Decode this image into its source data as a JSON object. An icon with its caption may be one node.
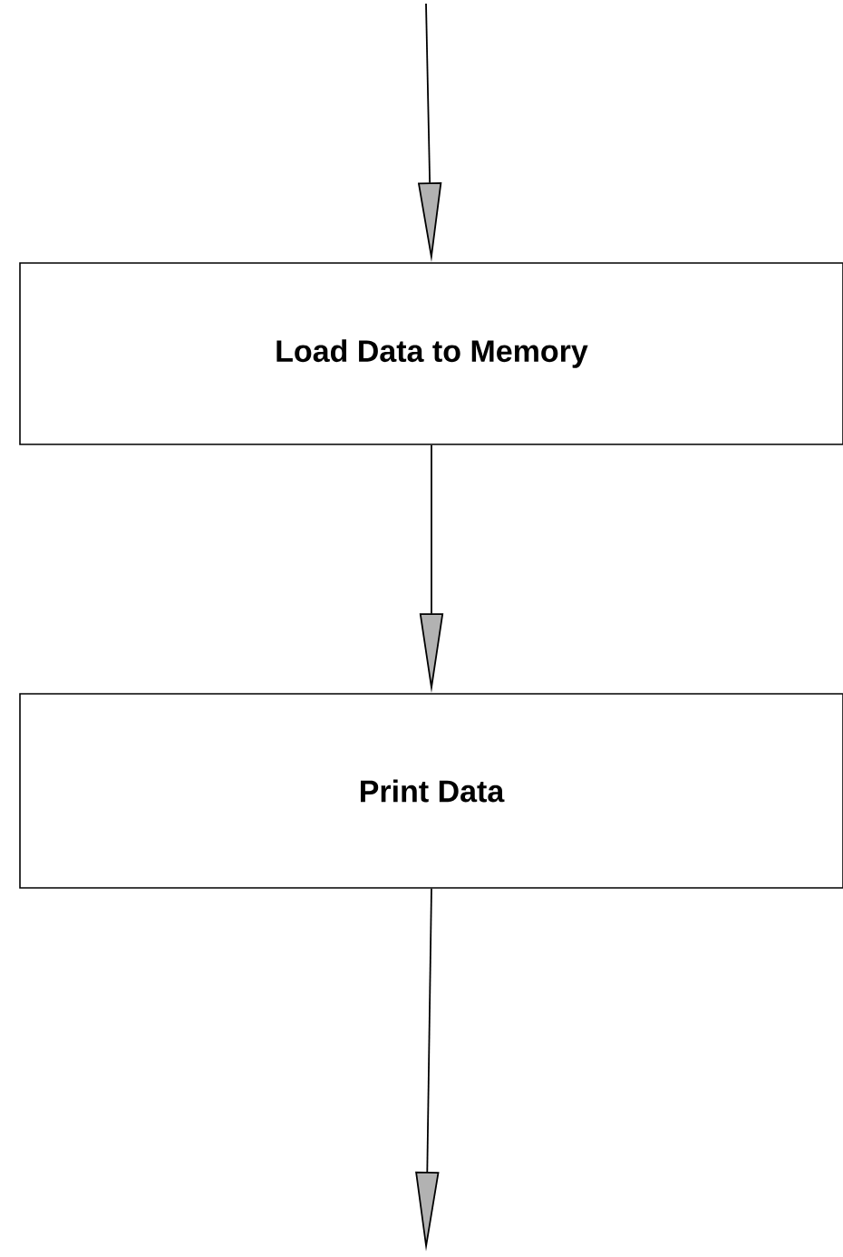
{
  "diagram": {
    "nodes": [
      {
        "text": [
          "Load Data to Memory"
        ]
      },
      {
        "text": [
          "Print Data"
        ]
      }
    ],
    "edges": [
      {
        "from": null,
        "to": 0,
        "arrow": "to"
      },
      {
        "from": 0,
        "to": 1,
        "arrow": "to"
      },
      {
        "from": 1,
        "to": null,
        "arrow": "to"
      }
    ]
  }
}
